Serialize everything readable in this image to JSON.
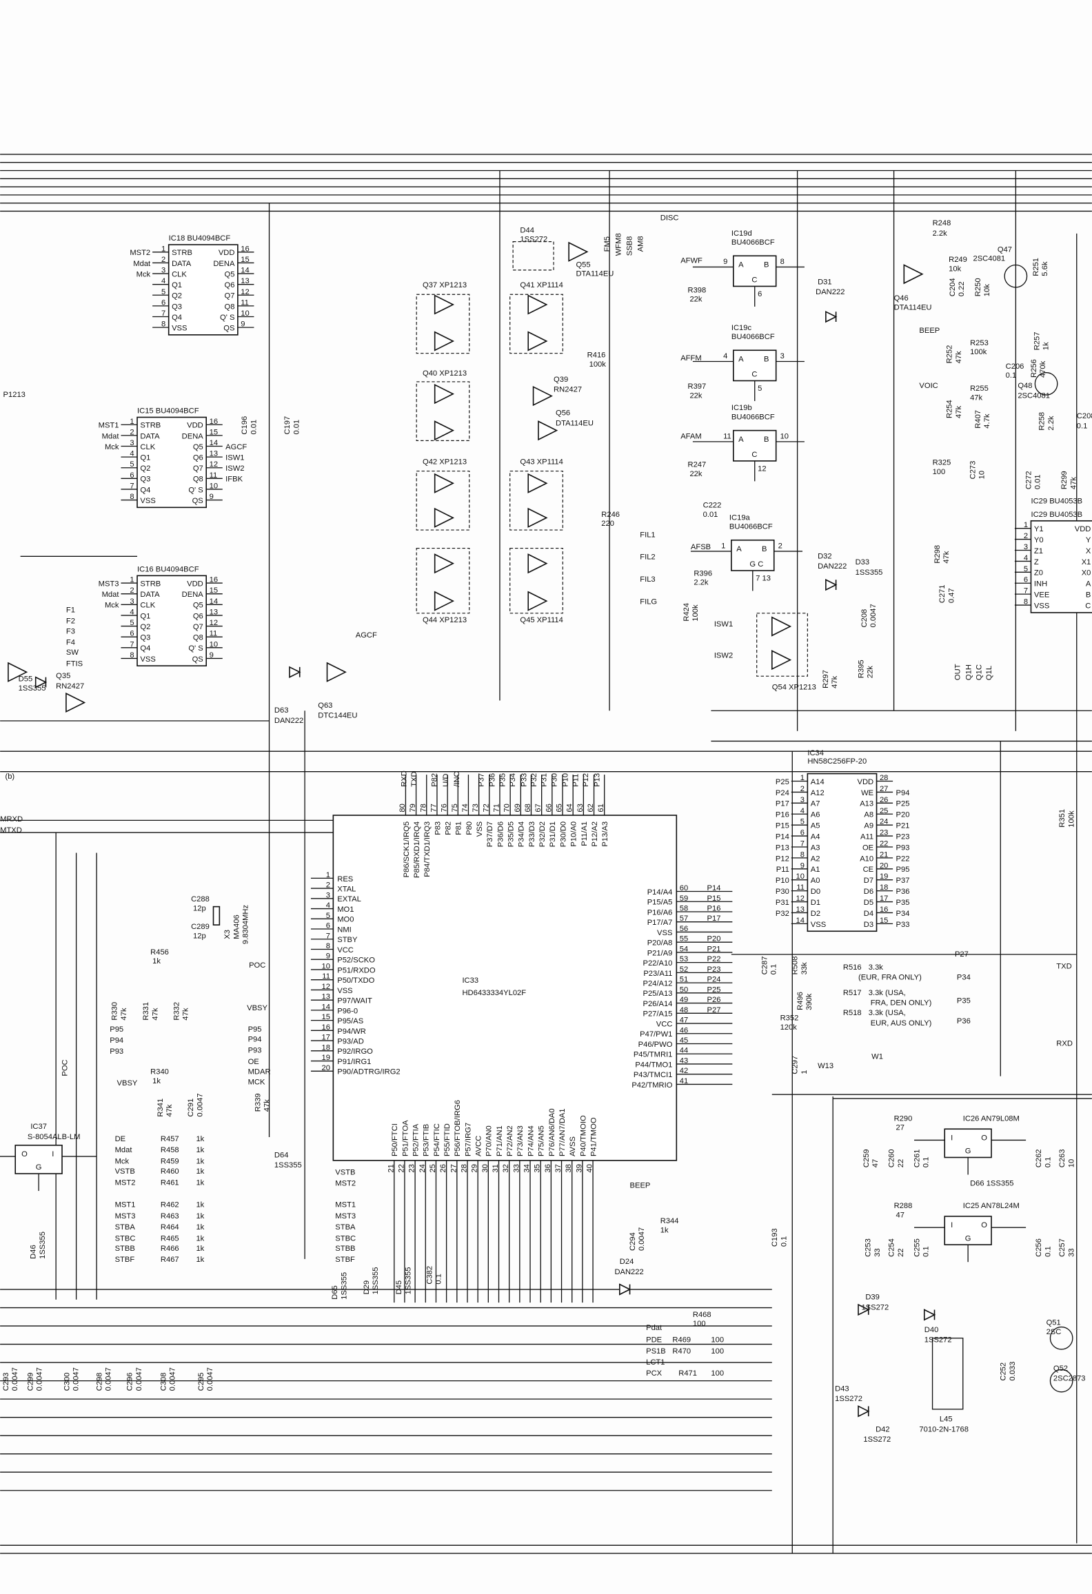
{
  "ics": {
    "ic18": {
      "ref": "IC18 BU4094BCF",
      "left": [
        "STRB",
        "DATA",
        "CLK",
        "Q1",
        "Q2",
        "Q3",
        "Q4",
        "VSS"
      ],
      "left_nums": [
        "1",
        "2",
        "3",
        "4",
        "5",
        "6",
        "7",
        "8"
      ],
      "right": [
        "VDD",
        "DENA",
        "Q5",
        "Q6",
        "Q7",
        "Q8",
        "Q' S",
        "QS"
      ],
      "right_nums": [
        "16",
        "15",
        "14",
        "13",
        "12",
        "11",
        "10",
        "9"
      ],
      "left_nets": [
        "MST2",
        "Mdat",
        "Mck",
        "",
        "",
        "",
        "",
        ""
      ],
      "right_nets": [
        "",
        "",
        "",
        "",
        "",
        "",
        "",
        ""
      ]
    },
    "ic15": {
      "ref": "IC15 BU4094BCF",
      "left": [
        "STRB",
        "DATA",
        "CLK",
        "Q1",
        "Q2",
        "Q3",
        "Q4",
        "VSS"
      ],
      "left_nums": [
        "1",
        "2",
        "3",
        "4",
        "5",
        "6",
        "7",
        "8"
      ],
      "right": [
        "VDD",
        "DENA",
        "Q5",
        "Q6",
        "Q7",
        "Q8",
        "Q' S",
        "QS"
      ],
      "right_nums": [
        "16",
        "15",
        "14",
        "13",
        "12",
        "11",
        "10",
        "9"
      ],
      "left_nets": [
        "MST1",
        "Mdat",
        "Mck",
        "",
        "",
        "",
        "",
        ""
      ],
      "right_nets": [
        "",
        "",
        "AGCF",
        "ISW1",
        "ISW2",
        "IFBK",
        "",
        ""
      ]
    },
    "ic16": {
      "ref": "IC16 BU4094BCF",
      "left": [
        "STRB",
        "DATA",
        "CLK",
        "Q1",
        "Q2",
        "Q3",
        "Q4",
        "VSS"
      ],
      "left_nums": [
        "1",
        "2",
        "3",
        "4",
        "5",
        "6",
        "7",
        "8"
      ],
      "right": [
        "VDD",
        "DENA",
        "Q5",
        "Q6",
        "Q7",
        "Q8",
        "Q' S",
        "QS"
      ],
      "right_nums": [
        "16",
        "15",
        "14",
        "13",
        "12",
        "11",
        "10",
        "9"
      ],
      "left_nets": [
        "MST3",
        "Mdat",
        "Mck",
        "",
        "",
        "",
        "",
        ""
      ],
      "right_nets": [
        "",
        "",
        "",
        "",
        "",
        "",
        "",
        ""
      ]
    },
    "ic34": {
      "ref": "IC34",
      "part": "HN58C256FP-20",
      "left": [
        "A14",
        "A12",
        "A7",
        "A6",
        "A5",
        "A4",
        "A3",
        "A2",
        "A1",
        "A0",
        "D0",
        "D1",
        "D2",
        "VSS"
      ],
      "left_nums": [
        "1",
        "2",
        "3",
        "4",
        "5",
        "6",
        "7",
        "8",
        "9",
        "10",
        "11",
        "12",
        "13",
        "14"
      ],
      "right": [
        "VDD",
        "WE",
        "A13",
        "A8",
        "A9",
        "A11",
        "OE",
        "A10",
        "CE",
        "D7",
        "D6",
        "D5",
        "D4",
        "D3"
      ],
      "right_nums": [
        "28",
        "27",
        "26",
        "25",
        "24",
        "23",
        "22",
        "21",
        "20",
        "19",
        "18",
        "17",
        "16",
        "15"
      ],
      "left_nets": [
        "P25",
        "P24",
        "P17",
        "P16",
        "P15",
        "P14",
        "P13",
        "P12",
        "P11",
        "P10",
        "P30",
        "P31",
        "P32",
        ""
      ],
      "right_nets": [
        "",
        "P94",
        "P25",
        "P20",
        "P21",
        "P23",
        "P93",
        "P22",
        "P95",
        "P37",
        "P36",
        "P35",
        "P34",
        "P33"
      ]
    },
    "ic29": {
      "ref": "IC29 BU4053B",
      "left": [
        "Y1",
        "Y0",
        "Z1",
        "Z",
        "Z0",
        "INH",
        "VEE",
        "VSS"
      ],
      "left_nums": [
        "1",
        "2",
        "3",
        "4",
        "5",
        "6",
        "7",
        "8"
      ],
      "right": [
        "VDD",
        "Y",
        "X",
        "X1",
        "X0",
        "A",
        "B",
        "C"
      ],
      "right_nums": [
        "",
        "",
        "",
        "",
        "",
        "",
        "",
        ""
      ],
      "left_nets": [
        "",
        "",
        "",
        "",
        "",
        "",
        "",
        ""
      ],
      "right_nets": [
        "",
        "",
        "",
        "",
        "",
        "",
        "",
        ""
      ]
    },
    "ic33": {
      "ref": "IC33",
      "part": "HD6433334YL02F",
      "left": [
        "RES",
        "XTAL",
        "EXTAL",
        "MO1",
        "MO0",
        "NMI",
        "STBY",
        "VCC",
        "P52/SCKO",
        "P51/RXDO",
        "P50/TXDO",
        "VSS",
        "P97/WAIT",
        "P96-0",
        "P95/AS",
        "P94/WR",
        "P93/AD",
        "P92/IRGO",
        "P91/IRG1",
        "P90/ADTRG/IRG2"
      ],
      "left_nums": [
        "1",
        "2",
        "3",
        "4",
        "5",
        "6",
        "7",
        "8",
        "9",
        "10",
        "11",
        "12",
        "13",
        "14",
        "15",
        "16",
        "17",
        "18",
        "19",
        "20"
      ],
      "bottom": [
        "P50/FTCI",
        "P51/FTOA",
        "P52/FTIA",
        "P53/FTIB",
        "P54/FTIC",
        "P55/FTID",
        "P56/FTOB/IRG6",
        "P57/IRG7",
        "AVCC",
        "P70/AN0",
        "P71/AN1",
        "P72/AN2",
        "P73/AN3",
        "P74/AN4",
        "P75/AN5",
        "P76/AN6/DA0",
        "P77/AN7/DA1",
        "AVSS",
        "P40/TMOIO",
        "P41/TMOO"
      ],
      "bottom_nums": [
        "21",
        "22",
        "23",
        "24",
        "25",
        "26",
        "27",
        "28",
        "29",
        "30",
        "31",
        "32",
        "33",
        "34",
        "35",
        "36",
        "37",
        "38",
        "39",
        "40"
      ],
      "right": [
        "P42/TMRIO",
        "P43/TMCI1",
        "P44/TMO1",
        "P45/TMRI1",
        "P46/PWO",
        "P47/PW1",
        "VCC",
        "P27/A15",
        "P26/A14",
        "P25/A13",
        "P24/A12",
        "P23/A11",
        "P22/A10",
        "P21/A9",
        "P20/A8",
        "VSS",
        "P17/A7",
        "P16/A6",
        "P15/A5",
        "P14/A4"
      ],
      "right_nums": [
        "41",
        "42",
        "43",
        "44",
        "45",
        "46",
        "47",
        "48",
        "49",
        "50",
        "51",
        "52",
        "53",
        "54",
        "55",
        "56",
        "57",
        "58",
        "59",
        "60"
      ],
      "right_nets": [
        "",
        "",
        "",
        "",
        "",
        "",
        "",
        "P27",
        "P26",
        "P25",
        "P24",
        "P23",
        "P22",
        "P21",
        "P20",
        "",
        "P17",
        "P16",
        "P15",
        "P14"
      ],
      "top": [
        "P13/A3",
        "P12/A2",
        "P11/A1",
        "P10/A0",
        "P30/D0",
        "P31/D1",
        "P32/D2",
        "P33/D3",
        "P34/D4",
        "P35/D5",
        "P36/D6",
        "P37/D7",
        "VSS",
        "P80",
        "P81",
        "P82",
        "P83",
        "P84/TXD1/IRQ3",
        "P85/RXD1/IRQ4",
        "P86/SCK1/IRQ5"
      ],
      "top_nums": [
        "61",
        "62",
        "63",
        "64",
        "65",
        "66",
        "67",
        "68",
        "69",
        "70",
        "71",
        "72",
        "73",
        "74",
        "75",
        "76",
        "77",
        "78",
        "79",
        "80"
      ]
    }
  },
  "switches": [
    {
      "ref": "IC19d",
      "part": "BU4066BCF",
      "a": "A",
      "b": "B",
      "c": "C",
      "pa": "9",
      "pb": "8",
      "pc": "6"
    },
    {
      "ref": "IC19c",
      "part": "BU4066BCF",
      "a": "A",
      "b": "B",
      "c": "C",
      "pa": "4",
      "pb": "3",
      "pc": "5"
    },
    {
      "ref": "IC19b",
      "part": "BU4066BCF",
      "a": "A",
      "b": "B",
      "c": "C",
      "pa": "11",
      "pb": "10",
      "pc": "12"
    },
    {
      "ref": "IC19a",
      "part": "BU4066BCF",
      "a": "A",
      "b": "B",
      "c": "G C",
      "pa": "1",
      "pb": "2",
      "pc": "7 13"
    }
  ],
  "regulators": [
    {
      "ref": "IC26 AN79L08M",
      "i": "I",
      "o": "O",
      "g": "G"
    },
    {
      "ref": "IC25 AN78L24M",
      "i": "I",
      "o": "O",
      "g": "G"
    },
    {
      "ref": "IC37",
      "part": "S-8054ALB-LM",
      "i": "O",
      "o": "I",
      "g": "G"
    }
  ],
  "labels": [
    "DISC",
    "D44",
    "1SS272",
    "Q55",
    "DTA114EU",
    "FM5",
    "WFM8",
    "SSB8",
    "AM8",
    "AFWF",
    "R398",
    "22k",
    "D31",
    "DAN222",
    "AFFM",
    "R397",
    "22k",
    "AFAM",
    "R247",
    "22k",
    "C222",
    "0.01",
    "AFSB",
    "R396",
    "2.2k",
    "R424",
    "100k",
    "D32",
    "DAN222",
    "D33",
    "1SS355",
    "C208",
    "0.0047",
    "ISW1",
    "ISW2",
    "Q54 XP1213",
    "R297",
    "47k",
    "R395",
    "22k",
    "R416",
    "100k",
    "Q39",
    "RN2427",
    "Q56",
    "DTA114EU",
    "Q37 XP1213",
    "Q41 XP1114",
    "Q40 XP1213",
    "Q42 XP1213",
    "Q43 XP1114",
    "Q44 XP1213",
    "Q45 XP1114",
    "R246",
    "220",
    "FIL1",
    "FIL2",
    "FIL3",
    "FILG",
    "AGCF",
    "D63",
    "DAN222",
    "Q63",
    "DTC144EU",
    "D55",
    "1SS355",
    "Q35",
    "RN2427",
    "C196",
    "0.01",
    "C197",
    "0.01",
    "R248",
    "2.2k",
    "R249",
    "10k",
    "Q47",
    "2SC4081",
    "Q46",
    "DTA114EU",
    "BEEP",
    "R253",
    "100k",
    "C206",
    "0.1",
    "Q48",
    "2SC4081",
    "VOIC",
    "R255",
    "47k",
    "R325",
    "100",
    "C273",
    "10",
    "IC29 BU4053B",
    "C271",
    "0.47",
    "R298",
    "47k",
    "OUT",
    "Q1H",
    "Q1C",
    "Q1L",
    "(b)",
    "MRXD",
    "MTXD",
    "RXD",
    "TXD",
    "P82",
    "U/D",
    "/INC",
    "P37",
    "P36",
    "P35",
    "P34",
    "P33",
    "P32",
    "P31",
    "P30",
    "P10",
    "P11",
    "P12",
    "P13",
    "C288",
    "12p",
    "C289",
    "12p",
    "X3",
    "MA406",
    "9.8304MHz",
    "R456",
    "1k",
    "POC",
    "VBSY",
    "R330",
    "47k",
    "R331",
    "47k",
    "R332",
    "47k",
    "P95",
    "P94",
    "P93",
    "P95",
    "P94",
    "P93",
    "OE",
    "MDAR",
    "MCK",
    "R340",
    "1k",
    "VBSY",
    "POC",
    "R341",
    "47k",
    "C291",
    "0.0047",
    "R339",
    "47k",
    "IC37",
    "S-8054ALB-LM",
    "D46",
    "1SS355",
    "D64",
    "1SS355",
    "BEEP",
    "C294",
    "0.0047",
    "R344",
    "1k",
    "C193",
    "0.1",
    "D24",
    "DAN222",
    "R468",
    "100",
    "Pdat",
    "PDE",
    "PS1B",
    "LCT1",
    "PCX",
    "R469",
    "R470",
    "R471",
    "100",
    "100",
    "100",
    "D65",
    "1SS355",
    "D29",
    "1SS355",
    "D45",
    "1SS355",
    "C382",
    "0.1",
    "P27",
    "R516",
    "3.3k",
    "(EUR, FRA ONLY)",
    "P34",
    "R517",
    "3.3k (USA,",
    "FRA, DEN ONLY)",
    "P35",
    "R518",
    "3.3k (USA,",
    "EUR, AUS ONLY)",
    "P36",
    "R352",
    "120k",
    "W1",
    "W13",
    "C297",
    "1",
    "C287",
    "0.1",
    "R508",
    "33k",
    "R496",
    "390k",
    "R351",
    "100k",
    "TXD",
    "RXD",
    "IC26 AN79L08M",
    "R290",
    "27",
    "C259",
    "47",
    "C260",
    "22",
    "C261",
    "0.1",
    "C262",
    "0.1",
    "C263",
    "10",
    "D66 1SS355",
    "IC25 AN78L24M",
    "R288",
    "47",
    "C253",
    "33",
    "C254",
    "22",
    "C255",
    "0.1",
    "C256",
    "0.1",
    "C257",
    "33",
    "D39",
    "1SS272",
    "D40",
    "1SS272",
    "D43",
    "1SS272",
    "D42",
    "1SS272",
    "L45",
    "7010-2N-1768",
    "C252",
    "0.033",
    "Q51",
    "2SC",
    "Q52",
    "2SC2873",
    "F1",
    "F2",
    "F3",
    "F4",
    "SW",
    "FTIS",
    "P1213",
    "R257",
    "1k",
    "R256",
    "470k",
    "R252",
    "47k",
    "R254",
    "47k",
    "R407",
    "4.7k",
    "R258",
    "2.2k",
    "C208",
    "0.1",
    "C272",
    "0.01",
    "R299",
    "47k",
    "R251",
    "5.6k",
    "C204",
    "0.22",
    "R250",
    "10k",
    "DE",
    "Mdat",
    "Mck",
    "VSTB",
    "MST2",
    "MST1",
    "MST3",
    "STBA",
    "STBC",
    "STBB",
    "STBF",
    "R457",
    "R458",
    "R459",
    "R460",
    "R461",
    "R462",
    "R463",
    "R464",
    "R465",
    "R466",
    "R467",
    "1k",
    "1k",
    "1k",
    "1k",
    "1k",
    "1k",
    "1k",
    "1k",
    "1k",
    "1k",
    "1k",
    "VSTB",
    "MST2",
    "MST1",
    "MST3",
    "STBA",
    "STBC",
    "STBB",
    "STBF",
    "C293",
    "0.0047",
    "C299",
    "0.0047",
    "C300",
    "0.0047",
    "C298",
    "0.0047",
    "C296",
    "0.0047",
    "C308",
    "0.0047",
    "C295",
    "0.0047"
  ]
}
